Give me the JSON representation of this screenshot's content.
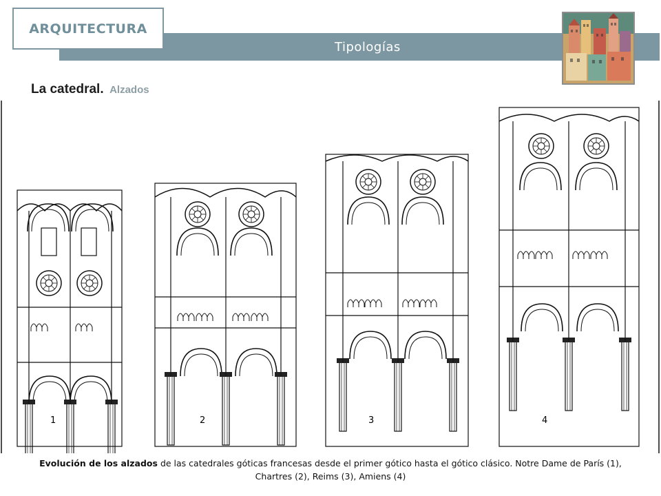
{
  "header": {
    "section_label": "ARQUITECTURA",
    "subtitle": "Tipologías"
  },
  "heading": {
    "title": "La catedral.",
    "subtitle": "Alzados"
  },
  "figure": {
    "panel_numbers": [
      "1",
      "2",
      "3",
      "4"
    ]
  },
  "caption": {
    "bold_part": "Evolución de los alzados",
    "rest": " de las catedrales góticas francesas desde el primer gótico hasta el gótico clásico. Notre Dame de París (1), Chartres (2), Reims (3), Amiens (4)"
  },
  "colors": {
    "banner": "#7c97a1",
    "section_label_text": "#6f8f9a",
    "heading_sub": "#8d9ea6"
  }
}
